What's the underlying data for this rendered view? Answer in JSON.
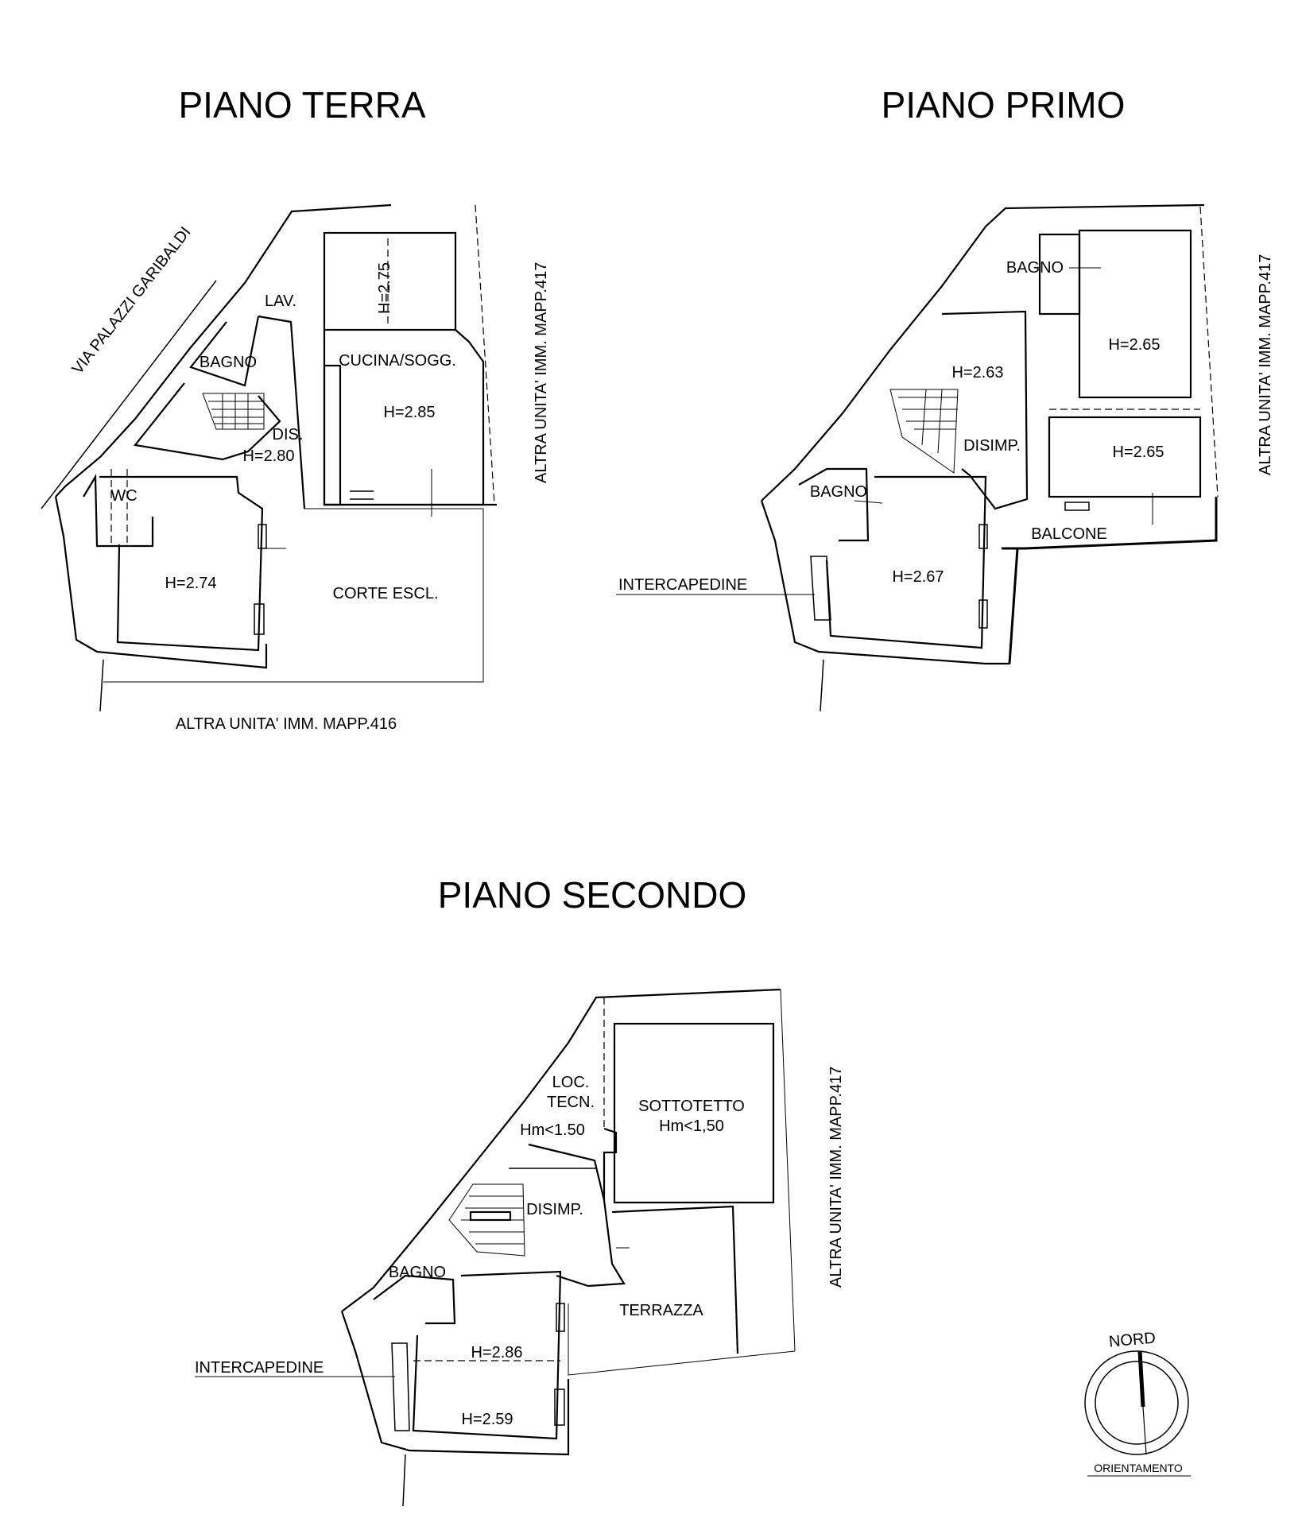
{
  "plans": {
    "terra": {
      "title": "PIANO TERRA",
      "street": "VIA PALAZZI GARIBALDI",
      "right_neighbor": "ALTRA UNITA' IMM. MAPP.417",
      "bottom_neighbor": "ALTRA UNITA' IMM. MAPP.416",
      "rooms": {
        "lav": "LAV.",
        "bagno": "BAGNO",
        "dis": "DIS.",
        "dis_h": "H=2.80",
        "wc": "WC",
        "room_h": "H=2.74",
        "cucina": "CUCINA/SOGG.",
        "cucina_h": "H=2.85",
        "upper_h": "H=2.75",
        "corte": "CORTE ESCL."
      }
    },
    "primo": {
      "title": "PIANO PRIMO",
      "right_neighbor": "ALTRA UNITA' IMM. MAPP.417",
      "rooms": {
        "bagno_top": "BAGNO",
        "room_a_h": "H=2.65",
        "room_b_h": "H=2.65",
        "room_c_h": "H=2.63",
        "disimp": "DISIMP.",
        "bagno": "BAGNO",
        "balcone": "BALCONE",
        "intercapedine": "INTERCAPEDINE",
        "room_d_h": "H=2.67"
      }
    },
    "secondo": {
      "title": "PIANO SECONDO",
      "right_neighbor": "ALTRA UNITA' IMM. MAPP.417",
      "rooms": {
        "loc": "LOC.",
        "tecn": "TECN.",
        "loc_h": "Hm<1.50",
        "sottotetto": "SOTTOTETTO",
        "sottotetto_h": "Hm<1,50",
        "disimp": "DISIMP.",
        "bagno": "BAGNO",
        "terrazza": "TERRAZZA",
        "intercapedine": "INTERCAPEDINE",
        "h1": "H=2.86",
        "h2": "H=2.59"
      }
    }
  },
  "compass": {
    "nord": "NORD",
    "orientamento": "ORIENTAMENTO"
  }
}
